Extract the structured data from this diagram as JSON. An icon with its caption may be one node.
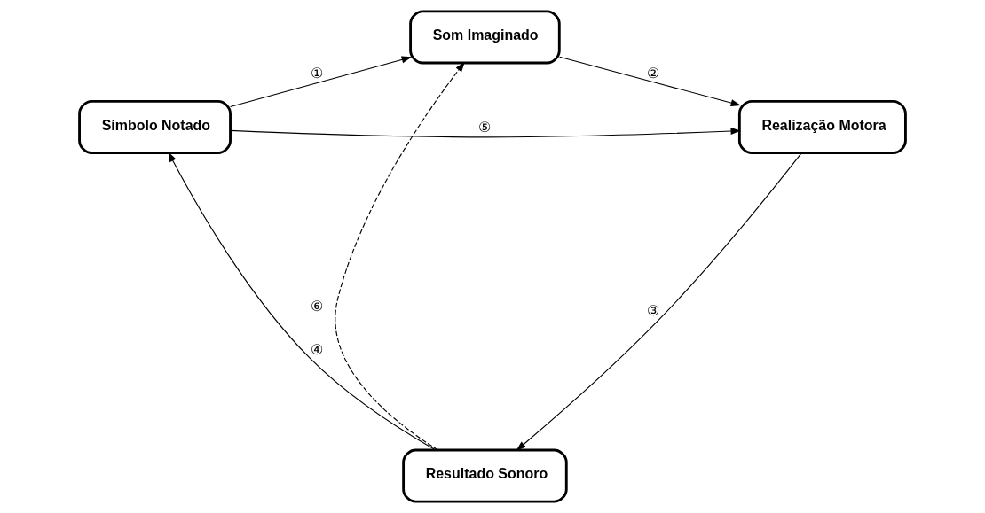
{
  "diagram": {
    "nodes": [
      {
        "text": [
          "Som Imaginado"
        ]
      },
      {
        "text": [
          "Símbolo Notado"
        ]
      },
      {
        "text": [
          "Realização Motora"
        ]
      },
      {
        "text": [
          "Resultado Sonoro"
        ]
      }
    ],
    "edges": [
      {
        "from": 1,
        "to": 0,
        "arrow": "to",
        "label": "①"
      },
      {
        "from": 0,
        "to": 2,
        "arrow": "to",
        "label": "②"
      },
      {
        "from": 2,
        "to": 3,
        "arrow": "to",
        "label": "③"
      },
      {
        "from": 3,
        "to": 1,
        "arrow": "to",
        "label": "④"
      },
      {
        "from": 1,
        "to": 2,
        "arrow": "to",
        "label": "⑤"
      },
      {
        "from": 3,
        "to": 0,
        "arrow": "to",
        "label": "⑥",
        "style": "dashed"
      }
    ]
  }
}
